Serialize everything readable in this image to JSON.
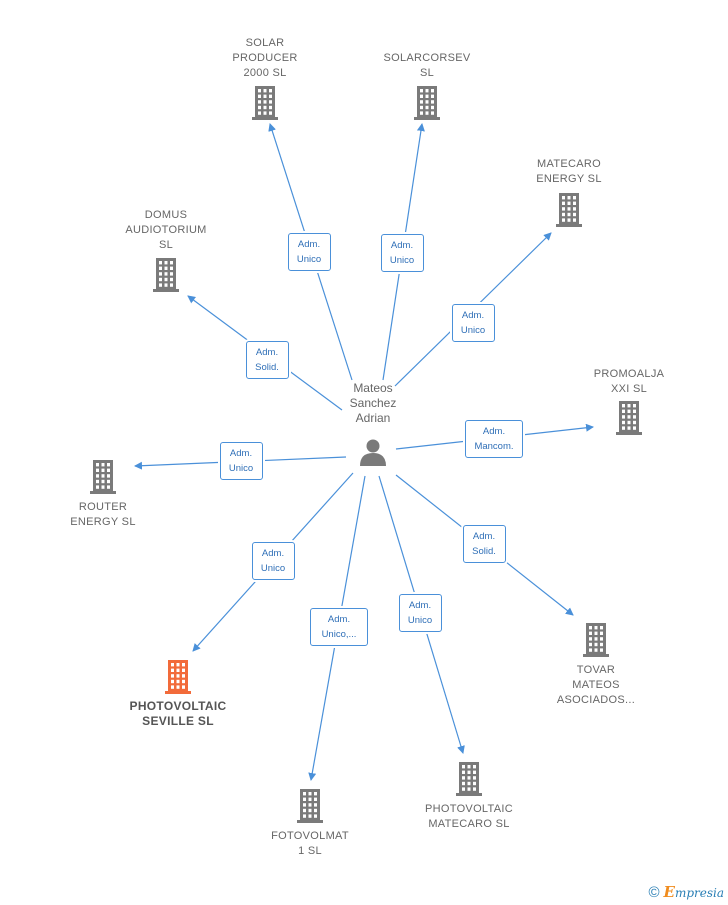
{
  "center": {
    "name": "Mateos\nSanchez\nAdrian"
  },
  "nodes": [
    {
      "id": "solar-producer",
      "name": "SOLAR\nPRODUCER\n2000 SL",
      "highlight": false,
      "edge": "Adm.\nUnico"
    },
    {
      "id": "solarcorsev",
      "name": "SOLARCORSEV\nSL",
      "highlight": false,
      "edge": "Adm.\nUnico"
    },
    {
      "id": "matecaro-energy",
      "name": "MATECARO\nENERGY SL",
      "highlight": false,
      "edge": "Adm.\nUnico"
    },
    {
      "id": "domus-audiotorium",
      "name": "DOMUS\nAUDIOTORIUM\nSL",
      "highlight": false,
      "edge": "Adm.\nSolid."
    },
    {
      "id": "promoalja",
      "name": "PROMOALJA\nXXI SL",
      "highlight": false,
      "edge": "Adm.\nMancom."
    },
    {
      "id": "router-energy",
      "name": "ROUTER\nENERGY SL",
      "highlight": false,
      "edge": "Adm.\nUnico"
    },
    {
      "id": "tovar-mateos",
      "name": "TOVAR\nMATEOS\nASOCIADOS...",
      "highlight": false,
      "edge": "Adm.\nSolid."
    },
    {
      "id": "photovoltaic-seville",
      "name": "PHOTOVOLTAIC\nSEVILLE SL",
      "highlight": true,
      "edge": "Adm.\nUnico"
    },
    {
      "id": "fotovolmat",
      "name": "FOTOVOLMAT\n1 SL",
      "highlight": false,
      "edge": "Adm.\nUnico,..."
    },
    {
      "id": "photovoltaic-matecaro",
      "name": "PHOTOVOLTAIC\nMATECARO SL",
      "highlight": false,
      "edge": "Adm.\nUnico"
    }
  ],
  "colors": {
    "edge": "#4a90d9",
    "building": "#7a7a7a",
    "highlight": "#f26b3a",
    "person": "#7a7a7a"
  },
  "icons": {
    "company": "building-icon",
    "person": "person-icon"
  },
  "footer": {
    "copyright": "©",
    "brand_initial": "E",
    "brand_rest": "mpresia"
  }
}
